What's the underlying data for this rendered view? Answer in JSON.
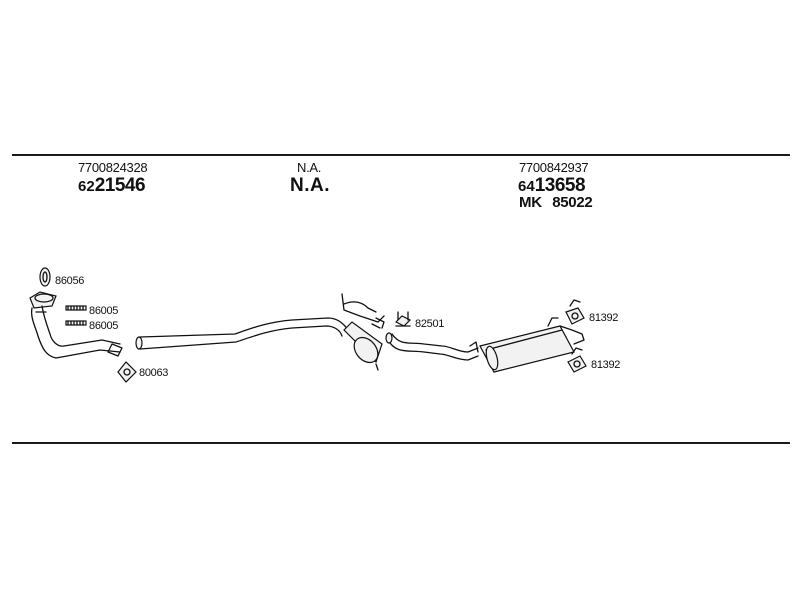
{
  "header": {
    "col1": {
      "ref": "7700824328",
      "pn_prefix": "62",
      "pn_main": "21546"
    },
    "col2": {
      "ref": "N.A.",
      "pn": "N.A."
    },
    "col3": {
      "ref": "7700842937",
      "pn_prefix": "64",
      "pn_main": "13658",
      "mk_label": "MK",
      "mk_value": "85022"
    }
  },
  "parts": {
    "gasket_top": "86056",
    "clamp_1": "86005",
    "clamp_2": "86005",
    "gasket_bottom": "80063",
    "bracket": "82501",
    "hanger_top": "81392",
    "hanger_bottom": "81392"
  },
  "icons": [
    "front-pipe-icon",
    "intermediate-pipe-icon",
    "middle-silencer-icon",
    "rear-silencer-icon",
    "clamp-icon",
    "gasket-icon",
    "rubber-hanger-icon",
    "bracket-icon"
  ]
}
